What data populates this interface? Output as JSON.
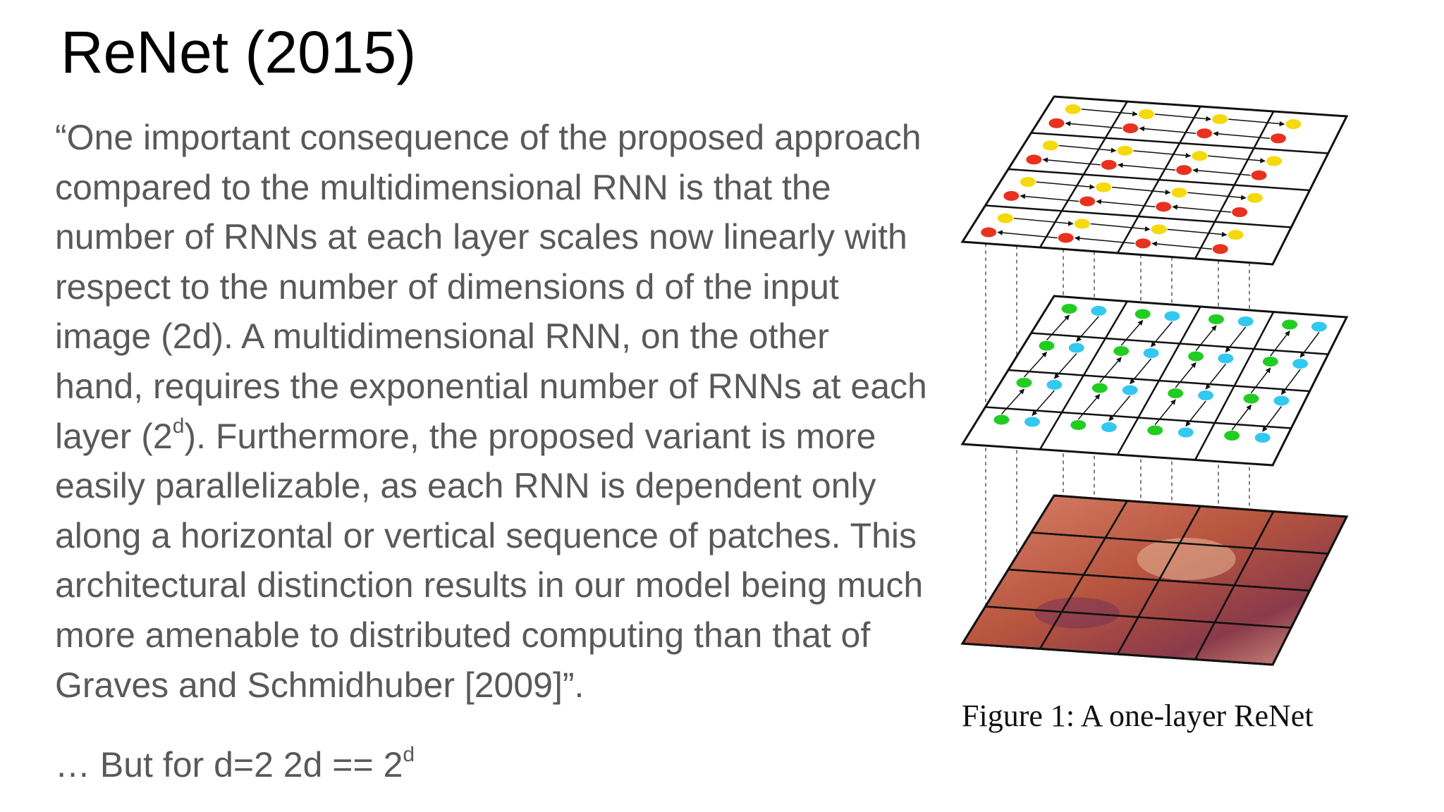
{
  "slide": {
    "title": "ReNet (2015)",
    "quote_lines": [
      "“One important consequence of the proposed approach",
      "compared to the multidimensional RNN is that the",
      "number of RNNs at each layer scales now linearly with",
      "respect to the number of dimensions d of the input",
      "image (2d). A multidimensional RNN, on the other",
      "hand, requires the exponential number of RNNs at each",
      {
        "before": "layer (2",
        "sup": "d",
        "after": "). Furthermore, the proposed variant is more"
      },
      "easily parallelizable, as each RNN is dependent only",
      "along a horizontal or vertical sequence of patches. This",
      "architectural distinction results in our model being much",
      "more amenable to distributed computing than that of",
      "Graves and Schmidhuber [2009]”."
    ],
    "note": {
      "before": "… But for d=2  2d == 2",
      "sup": "d"
    },
    "figure": {
      "caption": "Figure 1: A one-layer ReNet",
      "grid_size": 4,
      "colors": {
        "top_dot_a": "#f5d90a",
        "top_dot_b": "#e8321f",
        "mid_dot_a": "#22cc22",
        "mid_dot_b": "#33c8f0",
        "image_base": "#b8553f",
        "grid_line": "#111111"
      }
    }
  }
}
